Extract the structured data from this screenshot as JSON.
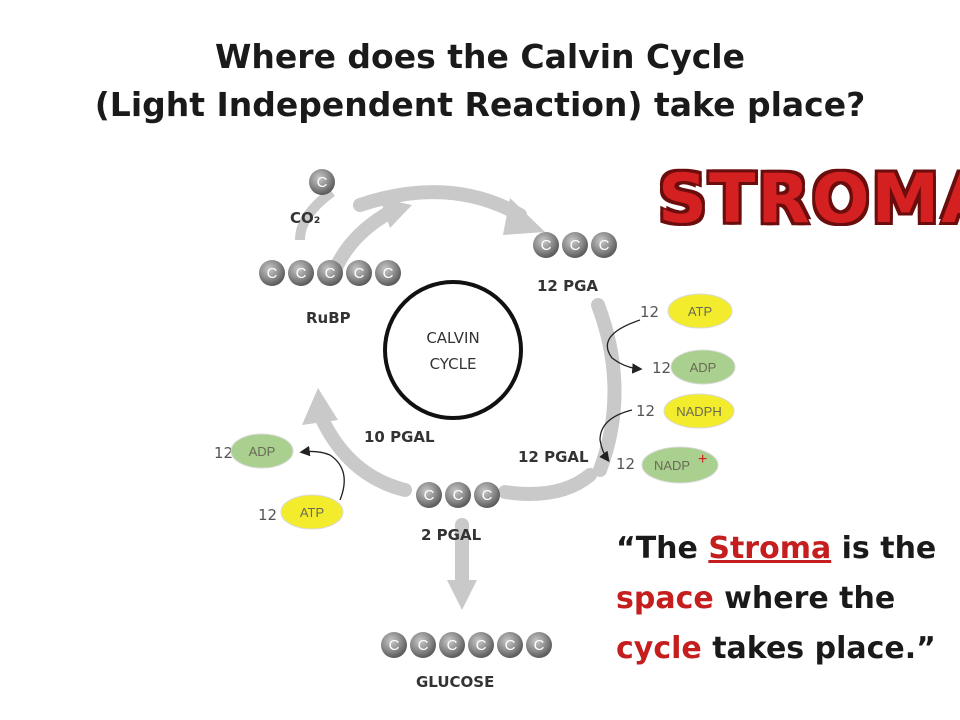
{
  "title": {
    "line1": "Where does the Calvin Cycle",
    "line2": "(Light Independent Reaction) take place?"
  },
  "highlight_word": "STROMA",
  "quote": {
    "open": "“The ",
    "stroma": "Stroma",
    "mid": " is the",
    "space": "space",
    "where": " where the",
    "cycle": "cycle",
    "end": " takes place.”"
  },
  "diagram": {
    "center": [
      "CALVIN",
      "CYCLE"
    ],
    "carbon": "C",
    "co2": "CO₂",
    "rubp": "RuBP",
    "pga12": "12 PGA",
    "pgal12": "12 PGAL",
    "pgal10": "10 PGAL",
    "pgal2": "2 PGAL",
    "glucose": "GLUCOSE",
    "molecules": [
      {
        "count": "12",
        "name": "ATP",
        "color": "#f3ec2c"
      },
      {
        "count": "12",
        "name": "ADP",
        "color": "#a9d08e"
      },
      {
        "count": "12",
        "name": "NADPH",
        "color": "#f3ec2c"
      },
      {
        "count": "12",
        "name": "NADP",
        "sup": "+",
        "color": "#a9d08e"
      },
      {
        "count": "12",
        "name": "ADP",
        "color": "#a9d08e"
      },
      {
        "count": "12",
        "name": "ATP",
        "color": "#f3ec2c"
      }
    ]
  }
}
